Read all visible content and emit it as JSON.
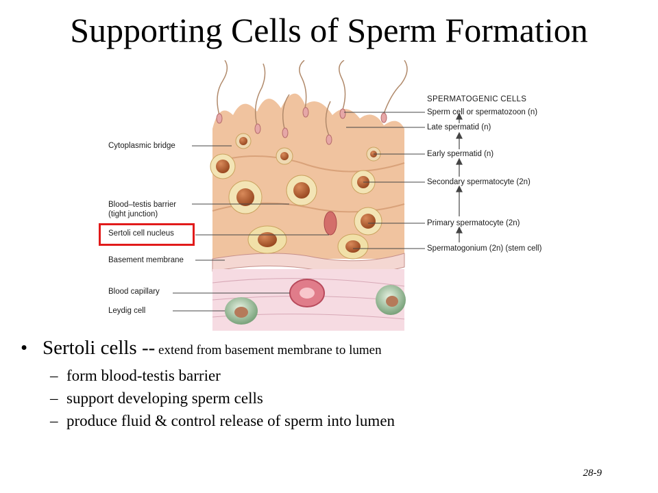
{
  "slide": {
    "title": "Supporting Cells of Sperm Formation",
    "page_number": "28-9"
  },
  "figure": {
    "right_labels": {
      "heading": "SPERMATOGENIC CELLS",
      "items": [
        "Sperm cell or spermatozoon (n)",
        "Late spermatid (n)",
        "Early spermatid (n)",
        "Secondary spermatocyte (2n)",
        "Primary spermatocyte (2n)",
        "Spermatogonium (2n) (stem cell)"
      ]
    },
    "left_labels": {
      "cytoplasmic_bridge": "Cytoplasmic bridge",
      "blood_testis_barrier": "Blood–testis barrier",
      "tight_junction": "(tight junction)",
      "sertoli_nucleus": "Sertoli cell nucleus",
      "basement_membrane": "Basement membrane",
      "blood_capillary": "Blood capillary",
      "leydig_cell": "Leydig cell"
    },
    "highlight_color": "#e11b1b"
  },
  "bullets": {
    "main_bold": "Sertoli cells --",
    "main_rest": " extend from basement membrane to lumen",
    "items": [
      "form blood-testis barrier",
      "support developing sperm cells",
      "produce fluid & control release of sperm into lumen"
    ]
  }
}
